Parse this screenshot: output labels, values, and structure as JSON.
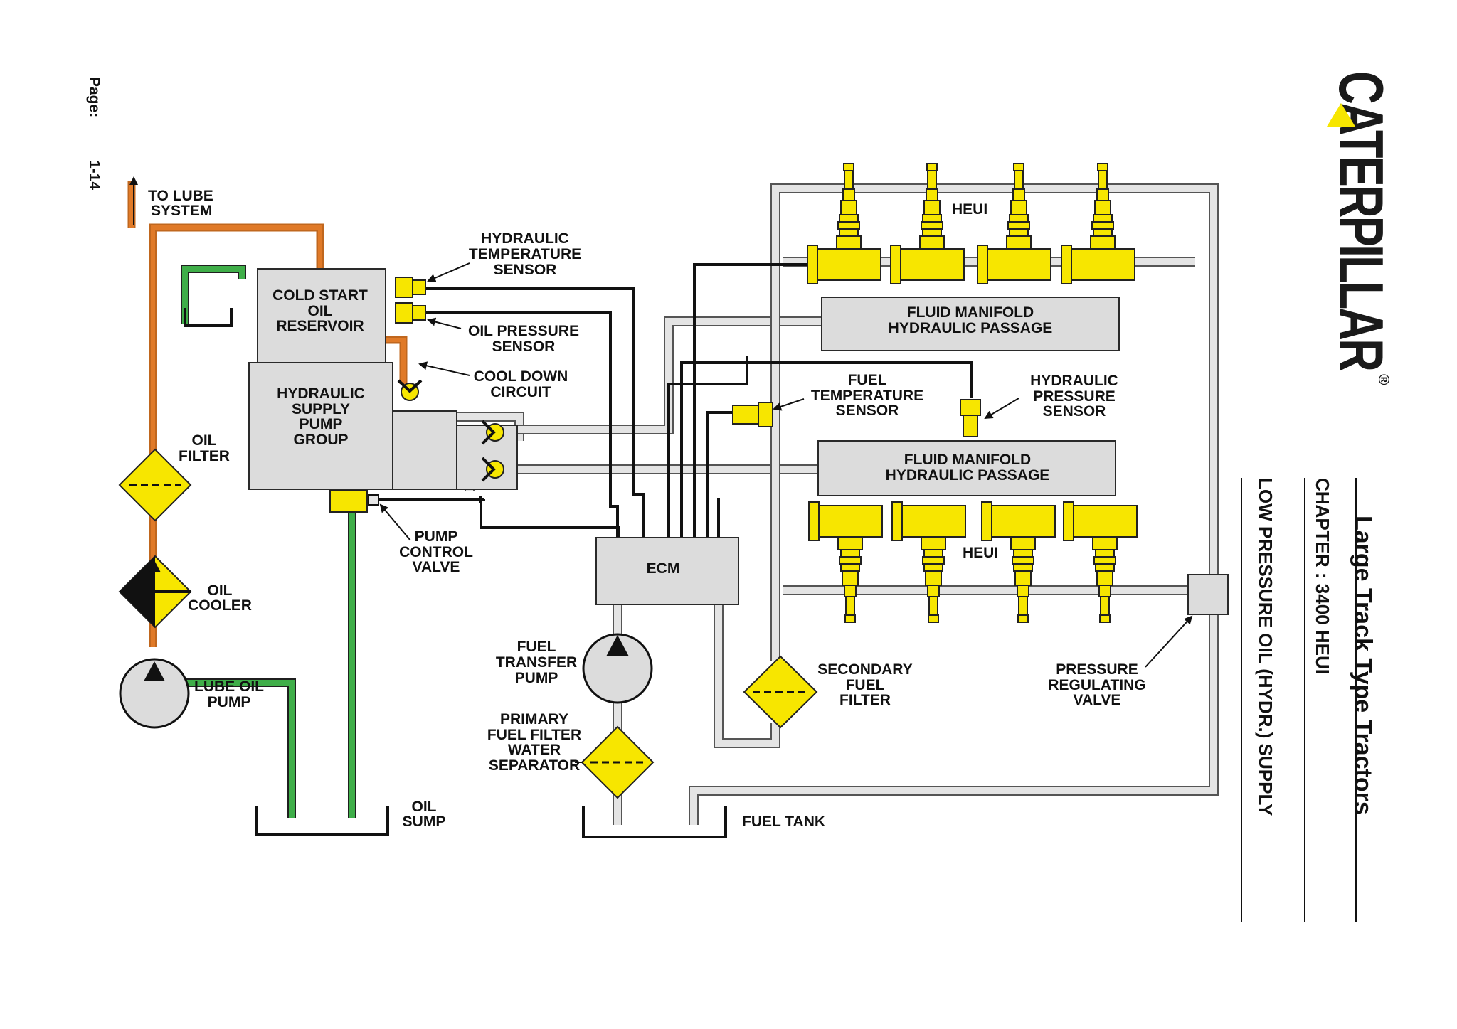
{
  "header": {
    "brand": "CATERPILLAR",
    "registered_mark": "®",
    "title": "Large Track Type Tractors",
    "chapter": "CHAPTER :  3400 HEUI",
    "subtitle": "LOW PRESSURE OIL (HYDR.) SUPPLY",
    "page_label": "Page:",
    "page_number": "1-14"
  },
  "labels": {
    "to_lube_1": "TO LUBE",
    "to_lube_2": "SYSTEM",
    "cold_start_1": "COLD START",
    "cold_start_2": "OIL",
    "cold_start_3": "RESERVOIR",
    "hyd_pump_1": "HYDRAULIC",
    "hyd_pump_2": "SUPPLY",
    "hyd_pump_3": "PUMP",
    "hyd_pump_4": "GROUP",
    "hyd_temp_1": "HYDRAULIC",
    "hyd_temp_2": "TEMPERATURE",
    "hyd_temp_3": "SENSOR",
    "oil_press_1": "OIL PRESSURE",
    "oil_press_2": "SENSOR",
    "cool_down_1": "COOL DOWN",
    "cool_down_2": "CIRCUIT",
    "oil_filter_1": "OIL",
    "oil_filter_2": "FILTER",
    "oil_cooler_1": "OIL",
    "oil_cooler_2": "COOLER",
    "lube_pump_1": "LUBE OIL",
    "lube_pump_2": "PUMP",
    "pump_ctrl_1": "PUMP",
    "pump_ctrl_2": "CONTROL",
    "pump_ctrl_3": "VALVE",
    "oil_sump_1": "OIL",
    "oil_sump_2": "SUMP",
    "ecm": "ECM",
    "fuel_transfer_1": "FUEL",
    "fuel_transfer_2": "TRANSFER",
    "fuel_transfer_3": "PUMP",
    "primary_filter_1": "PRIMARY",
    "primary_filter_2": "FUEL FILTER",
    "primary_filter_3": "WATER",
    "primary_filter_4": "SEPARATOR",
    "fuel_tank": "FUEL TANK",
    "secondary_filter_1": "SECONDARY",
    "secondary_filter_2": "FUEL",
    "secondary_filter_3": "FILTER",
    "prv_1": "PRESSURE",
    "prv_2": "REGULATING",
    "prv_3": "VALVE",
    "fuel_temp_1": "FUEL",
    "fuel_temp_2": "TEMPERATURE",
    "fuel_temp_3": "SENSOR",
    "hyd_press_1": "HYDRAULIC",
    "hyd_press_2": "PRESSURE",
    "hyd_press_3": "SENSOR",
    "manifold_top_1": "FLUID MANIFOLD",
    "manifold_top_2": "HYDRAULIC PASSAGE",
    "manifold_bot_1": "FLUID MANIFOLD",
    "manifold_bot_2": "HYDRAULIC PASSAGE",
    "heui_top": "HEUI",
    "heui_bot": "HEUI"
  },
  "colors": {
    "component_yellow": "#f7e600",
    "oil_orange": "#c0671e",
    "lube_green": "#3fae49",
    "fuel_grey": "#e4e4e4",
    "box_grey": "#dcdcdc"
  }
}
